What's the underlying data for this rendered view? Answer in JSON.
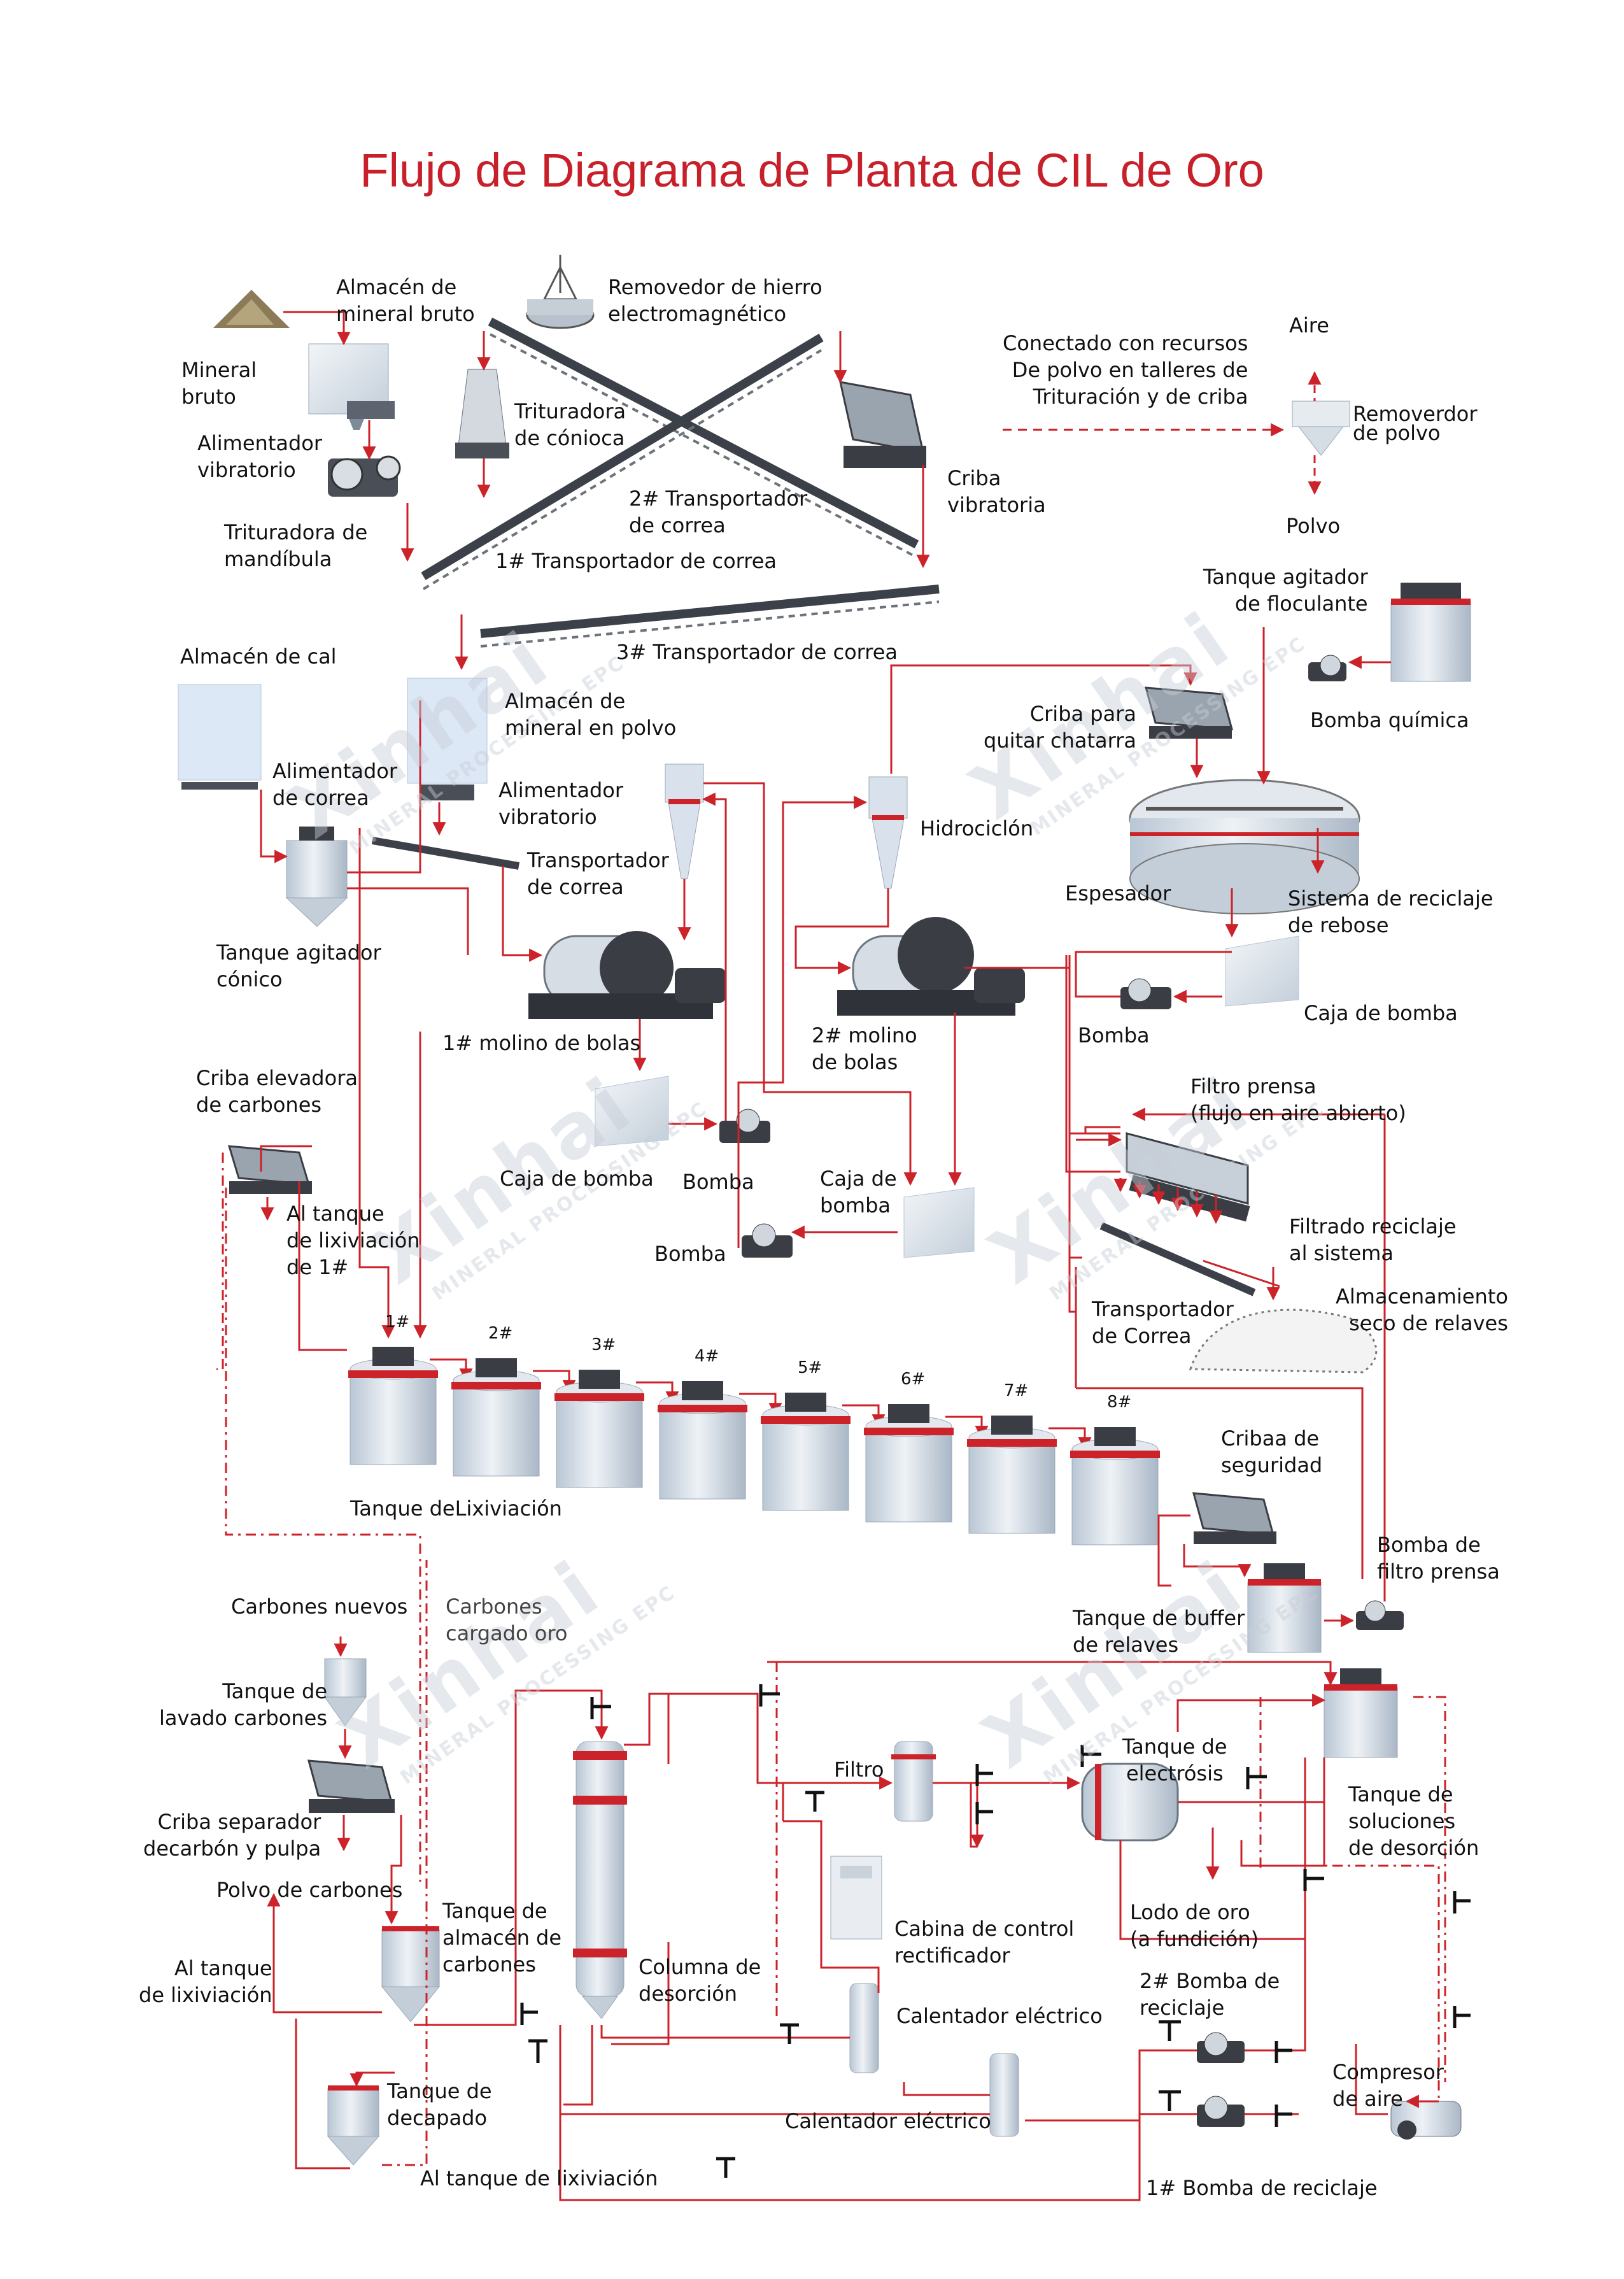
{
  "title": "Flujo de Diagrama de Planta de CIL de Oro",
  "colors": {
    "flow": "#cc2229",
    "title": "#c8202a",
    "equipment": "#d9e2ec",
    "equipment_dark": "#3a3d44"
  },
  "watermark": {
    "brand": "Xinhai",
    "sub": "MINERAL PROCESSING EPC"
  },
  "labels": {
    "mineral_bruto": "Mineral\nbruto",
    "almacen_mineral_bruto": "Almacén de\nmineral bruto",
    "alimentador_vibratorio_1": "Alimentador\nvibratorio",
    "trituradora_mandibula": "Trituradora de\nmandíbula",
    "removedor_hierro": "Removedor de hierro\nelectromagnético",
    "trituradora_conica": "Trituradora\nde cónioca",
    "transportador_2": "2# Transportador\nde correa",
    "transportador_1": "1# Transportador de correa",
    "criba_vibratoria": "Criba\nvibratoria",
    "conectado_polvo": "Conectado con recursos\nDe polvo en talleres de\nTrituración y de criba",
    "aire": "Aire",
    "removerdor_polvo": "Removerdor\nde polvo",
    "polvo": "Polvo",
    "transportador_3": "3# Transportador de correa",
    "tanque_floculante": "Tanque agitador\nde floculante",
    "bomba_quimica": "Bomba química",
    "almacen_cal": "Almacén de cal",
    "almacen_mineral_polvo": "Almacén de\nmineral en polvo",
    "alimentador_correa": "Alimentador\nde correa",
    "alimentador_vibratorio_2": "Alimentador\nvibratorio",
    "transportador_correa": "Transportador\nde correa",
    "criba_chatarra": "Criba para\nquitar chatarra",
    "hidrociclon": "Hidrociclón",
    "espesador": "Espesador",
    "sistema_reciclaje_rebose": "Sistema de reciclaje\nde rebose",
    "tanque_agitador_conico": "Tanque agitador\ncónico",
    "molino_1": "1# molino de bolas",
    "molino_2": "2# molino\nde bolas",
    "caja_bomba_right": "Caja de bomba",
    "bomba_right": "Bomba",
    "criba_elevadora": "Criba elevadora\nde carbones",
    "caja_bomba_mid": "Caja de bomba",
    "bomba_mid": "Bomba",
    "caja_bomba_center": "Caja de\nbomba",
    "filtro_prensa": "Filtro prensa\n(flujo en aire abierto)",
    "al_tanque_lix_1": "Al tanque\nde lixiviación\nde 1#",
    "bomba_center": "Bomba",
    "filtrado_reciclaje": "Filtrado reciclaje\nal sistema",
    "transportador_correa_2": "Transportador\nde Correa",
    "almacenamiento_relaves": "Almacenamiento\nseco de relaves",
    "tanque_lixiviacion": "Tanque deLixiviación",
    "cribaa_seguridad": "Cribaa de\nseguridad",
    "bomba_filtro_prensa": "Bomba de\nfiltro prensa",
    "carbones_nuevos": "Carbones nuevos",
    "carbones_cargado": "Carbones\ncargado oro",
    "tanque_buffer": "Tanque de buffer\nde relaves",
    "tanque_lavado": "Tanque de\nlavado carbones",
    "tanque_electrosis": "Tanque de\nelectrósis",
    "filtro": "Filtro",
    "tanque_soluciones": "Tanque de\nsoluciones\nde desorción",
    "criba_separador": "Criba separador\ndecarbón y pulpa",
    "polvo_carbones": "Polvo de carbones",
    "tanque_almacen_carbones": "Tanque de\nalmacén de\ncarbones",
    "lodo_oro": "Lodo de oro\n(a fundición)",
    "al_tanque_lix_left": "Al tanque\nde lixiviación",
    "columna_desorcion": "Columna de\ndesorción",
    "cabina_control": "Cabina de control\nrectificador",
    "bomba_reciclaje_2": "2# Bomba de\nreciclaje",
    "calentador_1": "Calentador eléctrico",
    "compresor": "Compresor\nde aire",
    "tanque_decapado": "Tanque de\ndecapado",
    "calentador_2": "Calentador eléctrico",
    "al_tanque_lix_bottom": "Al tanque de lixiviación",
    "bomba_reciclaje_1": "1# Bomba de reciclaje"
  },
  "leach_tank_numbers": [
    "1#",
    "2#",
    "3#",
    "4#",
    "5#",
    "6#",
    "7#",
    "8#"
  ]
}
